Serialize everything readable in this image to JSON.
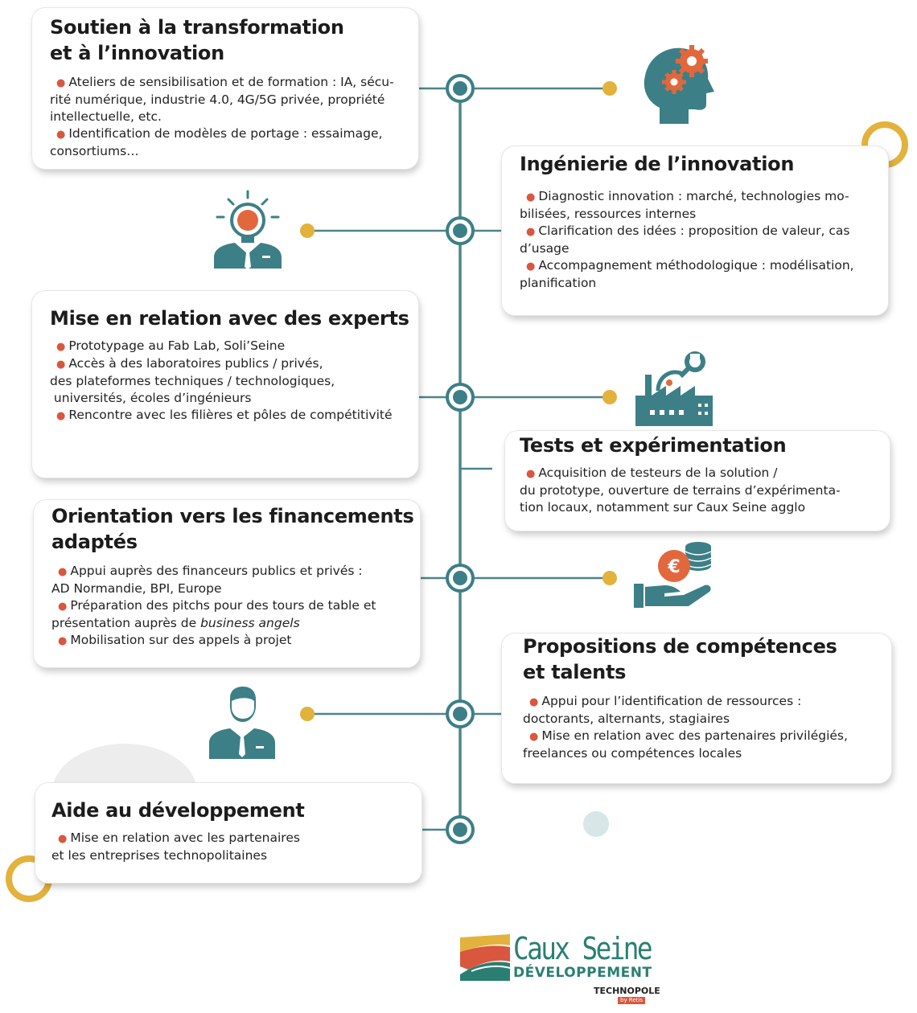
{
  "colors": {
    "teal": "#3d7f86",
    "line": "#4b8589",
    "accent_dot": "#d9573f",
    "yellow": "#e3b23c",
    "icon_orange": "#e2673d",
    "logo_green": "#2a7f72"
  },
  "cards": [
    {
      "title_lines": [
        "Soutien à la transformation",
        "et à l’innovation"
      ],
      "items": [
        [
          "Ateliers de sensibilisation et de formation : IA, sécu-",
          "rité numérique, industrie 4.0, 4G/5G privée, propriété",
          "intellectuelle, etc."
        ],
        [
          "Identification de modèles de portage : essaimage,",
          "consortiums…"
        ]
      ]
    },
    {
      "title_lines": [
        "Ingénierie de l’innovation"
      ],
      "items": [
        [
          "Diagnostic innovation : marché, technologies mo-",
          "bilisées, ressources internes"
        ],
        [
          "Clarification des idées : proposition de valeur, cas",
          "d’usage"
        ],
        [
          "Accompagnement méthodologique : modélisation,",
          "planification"
        ]
      ]
    },
    {
      "title_lines": [
        "Mise en relation avec des experts"
      ],
      "items": [
        [
          "Prototypage au Fab Lab, Soli’Seine"
        ],
        [
          "Accès à des laboratoires publics / privés,",
          "des plateformes techniques / technologiques,",
          " universités, écoles d’ingénieurs"
        ],
        [
          "Rencontre avec les filières et pôles de compétitivité"
        ]
      ]
    },
    {
      "title_lines": [
        "Tests et expérimentation"
      ],
      "items": [
        [
          "Acquisition de testeurs de la solution /",
          "du prototype, ouverture de terrains d’expérimenta-",
          "tion locaux, notamment sur Caux Seine agglo"
        ]
      ]
    },
    {
      "title_lines": [
        "Orientation vers les financements",
        "adaptés"
      ],
      "items": [
        [
          "Appui auprès des financeurs publics et privés :",
          "AD Normandie, BPI, Europe"
        ],
        [
          "Préparation des pitchs pour des tours de table et",
          "présentation auprès de "
        ],
        [
          "Mobilisation sur des appels à projet"
        ]
      ],
      "italic_fragment": "business angels"
    },
    {
      "title_lines": [
        "Propositions de compétences",
        "et talents"
      ],
      "items": [
        [
          "Appui pour l’identification de ressources :",
          "doctorants, alternants, stagiaires"
        ],
        [
          "Mise en relation avec des partenaires privilégiés,",
          "freelances ou compétences locales"
        ]
      ]
    },
    {
      "title_lines": [
        "Aide au développement"
      ],
      "items": [
        [
          "Mise en relation avec les partenaires",
          "et les entreprises technopolitaines"
        ]
      ]
    }
  ],
  "icons": [
    "head-gears-icon",
    "lightbulb-person-icon",
    "factory-icon",
    "money-hand-icon",
    "person-icon"
  ],
  "logo": {
    "line1": "Caux Seine",
    "line2": "DÉVELOPPEMENT",
    "line3": "TECHNOPOLE",
    "tag": "by Retis"
  }
}
